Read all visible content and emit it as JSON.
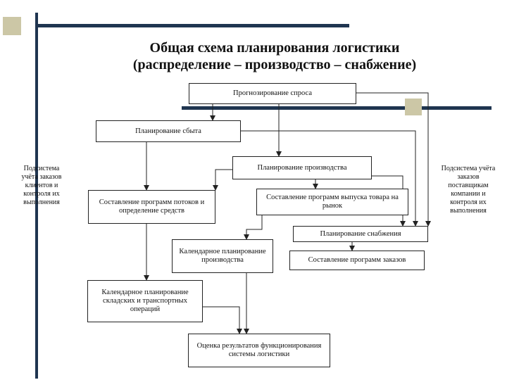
{
  "title": {
    "line1": "Общая схема планирования логистики",
    "line2": "(распределение – производство – снабжение)"
  },
  "colors": {
    "dark": "#1f3550",
    "tan": "#ccc7a6",
    "line": "#222222"
  },
  "nodes": {
    "forecast": "Прогнозирование спроса",
    "sales_planning": "Планирование сбыта",
    "production_planning": "Планирование производства",
    "flows_program": "Составление программ потоков и определение средств",
    "release_program": "Составление программ выпуска товара на рынок",
    "supply_planning": "Планирование снабжения",
    "calendar_production": "Календарное планирование производства",
    "orders_program": "Составление программ заказов",
    "warehouse_transport": "Календарное планирование складских и транспортных операций",
    "evaluation": "Оценка результатов функционирования системы логистики",
    "client_subsystem": "Подсистема учёта заказов клиентов и контроля их выполнения",
    "supplier_subsystem": "Подсистема учёта заказов поставщикам компании и контроля их выполнения"
  }
}
